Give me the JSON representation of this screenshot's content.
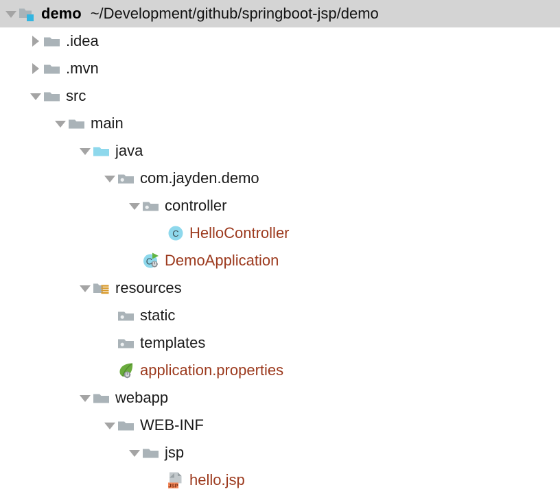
{
  "app": {
    "view": "Project tool window",
    "theme_background": "#ffffff",
    "selection_background": "#d4d4d4",
    "modified_file_color": "#9c3a1e",
    "default_text_color": "#1a1a1a",
    "folder_gray": "#aab3b8",
    "source_root_cyan": "#8ed8ec",
    "resource_badge_orange": "#d99a2b",
    "class_icon_cyan": "#8ed8ec",
    "run_arrow_green": "#62b543",
    "spring_leaf_green": "#6aab3d",
    "jsp_tag_orange": "#f3895c"
  },
  "tree": {
    "rows": [
      {
        "id": "demo",
        "label": "demo",
        "secondary": "~/Development/github/springboot-jsp/demo",
        "depth": 0,
        "twisty": "expanded",
        "icon": "module-folder-icon",
        "selected": true,
        "bold": true,
        "modified": false
      },
      {
        "id": "idea",
        "label": ".idea",
        "secondary": "",
        "depth": 1,
        "twisty": "collapsed",
        "icon": "folder-icon",
        "selected": false,
        "bold": false,
        "modified": false
      },
      {
        "id": "mvn",
        "label": ".mvn",
        "secondary": "",
        "depth": 1,
        "twisty": "collapsed",
        "icon": "folder-icon",
        "selected": false,
        "bold": false,
        "modified": false
      },
      {
        "id": "src",
        "label": "src",
        "secondary": "",
        "depth": 1,
        "twisty": "expanded",
        "icon": "folder-icon",
        "selected": false,
        "bold": false,
        "modified": false
      },
      {
        "id": "main",
        "label": "main",
        "secondary": "",
        "depth": 2,
        "twisty": "expanded",
        "icon": "folder-icon",
        "selected": false,
        "bold": false,
        "modified": false
      },
      {
        "id": "java",
        "label": "java",
        "secondary": "",
        "depth": 3,
        "twisty": "expanded",
        "icon": "source-root-folder-icon",
        "selected": false,
        "bold": false,
        "modified": false
      },
      {
        "id": "com-jayden-demo",
        "label": "com.jayden.demo",
        "secondary": "",
        "depth": 4,
        "twisty": "expanded",
        "icon": "package-folder-icon",
        "selected": false,
        "bold": false,
        "modified": false
      },
      {
        "id": "controller",
        "label": "controller",
        "secondary": "",
        "depth": 5,
        "twisty": "expanded",
        "icon": "package-folder-icon",
        "selected": false,
        "bold": false,
        "modified": false
      },
      {
        "id": "hello-controller",
        "label": "HelloController",
        "secondary": "",
        "depth": 6,
        "twisty": "none",
        "icon": "java-class-icon",
        "selected": false,
        "bold": false,
        "modified": true
      },
      {
        "id": "demo-application",
        "label": "DemoApplication",
        "secondary": "",
        "depth": 5,
        "twisty": "none",
        "icon": "spring-boot-runnable-class-icon",
        "selected": false,
        "bold": false,
        "modified": true
      },
      {
        "id": "resources",
        "label": "resources",
        "secondary": "",
        "depth": 3,
        "twisty": "expanded",
        "icon": "resource-root-folder-icon",
        "selected": false,
        "bold": false,
        "modified": false
      },
      {
        "id": "static",
        "label": "static",
        "secondary": "",
        "depth": 4,
        "twisty": "none",
        "icon": "package-folder-icon",
        "selected": false,
        "bold": false,
        "modified": false
      },
      {
        "id": "templates",
        "label": "templates",
        "secondary": "",
        "depth": 4,
        "twisty": "none",
        "icon": "package-folder-icon",
        "selected": false,
        "bold": false,
        "modified": false
      },
      {
        "id": "application-properties",
        "label": "application.properties",
        "secondary": "",
        "depth": 4,
        "twisty": "none",
        "icon": "spring-properties-icon",
        "selected": false,
        "bold": false,
        "modified": true
      },
      {
        "id": "webapp",
        "label": "webapp",
        "secondary": "",
        "depth": 3,
        "twisty": "expanded",
        "icon": "folder-icon",
        "selected": false,
        "bold": false,
        "modified": false
      },
      {
        "id": "web-inf",
        "label": "WEB-INF",
        "secondary": "",
        "depth": 4,
        "twisty": "expanded",
        "icon": "folder-icon",
        "selected": false,
        "bold": false,
        "modified": false
      },
      {
        "id": "jsp",
        "label": "jsp",
        "secondary": "",
        "depth": 5,
        "twisty": "expanded",
        "icon": "folder-icon",
        "selected": false,
        "bold": false,
        "modified": false
      },
      {
        "id": "hello-jsp",
        "label": "hello.jsp",
        "secondary": "",
        "depth": 6,
        "twisty": "none",
        "icon": "jsp-file-icon",
        "selected": false,
        "bold": false,
        "modified": true
      }
    ]
  }
}
